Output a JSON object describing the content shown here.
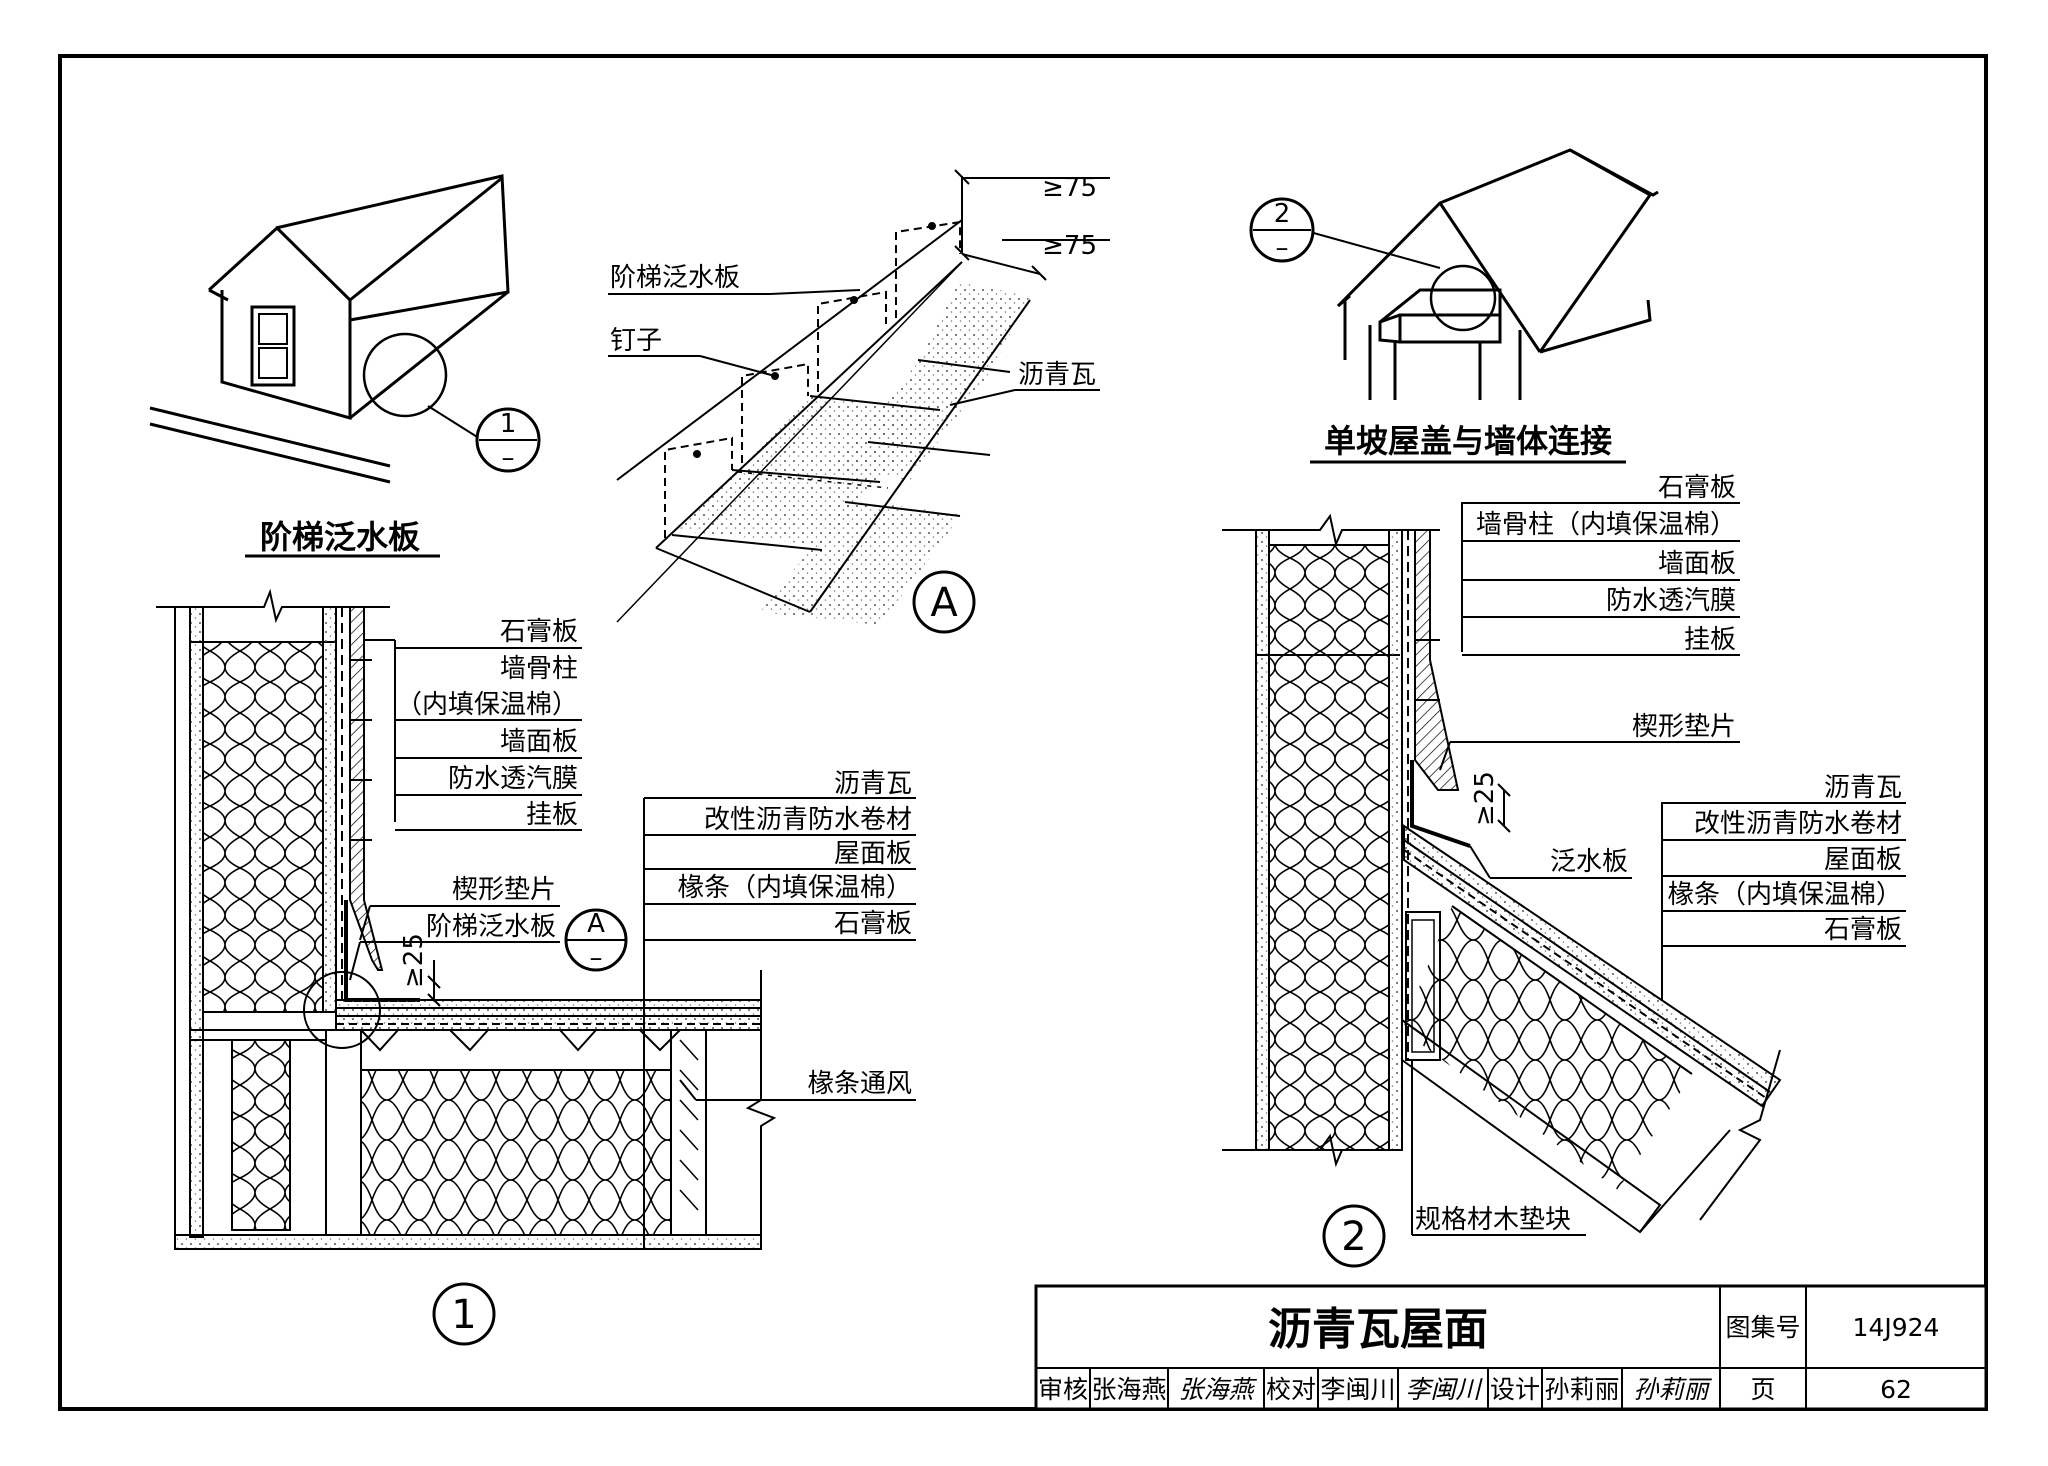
{
  "sheet": {
    "title": "沥青瓦屋面",
    "atlas_label": "图集号",
    "atlas_no": "14J924",
    "page_label": "页",
    "page_no": "62",
    "review_label": "审核",
    "reviewer": "张海燕",
    "reviewer_sig": "张海燕",
    "check_label": "校对",
    "checker": "李闽川",
    "checker_sig": "李闽川",
    "design_label": "设计",
    "designer": "孙莉丽",
    "designer_sig": "孙莉丽"
  },
  "sketch1": {
    "title": "阶梯泛水板",
    "callout_num": "1",
    "callout_den": "–"
  },
  "sketch2": {
    "title": "单坡屋盖与墙体连接",
    "callout_num": "2",
    "callout_den": "–"
  },
  "detailA": {
    "marker": "A",
    "dim_top": "≥75",
    "dim_bottom": "≥75",
    "labels": [
      "阶梯泛水板",
      "钉子",
      "沥青瓦"
    ]
  },
  "detail1": {
    "marker": "1",
    "wall_labels": [
      "石膏板",
      "墙骨柱",
      "（内填保温棉）",
      "墙面板",
      "防水透汽膜",
      "挂板"
    ],
    "wedge": "楔形垫片",
    "flashing": "阶梯泛水板",
    "ref_num": "A",
    "ref_den": "–",
    "dim": "≥25",
    "roof_labels": [
      "沥青瓦",
      "改性沥青防水卷材",
      "屋面板",
      "椽条（内填保温棉）",
      "石膏板"
    ],
    "vent": "椽条通风"
  },
  "detail2": {
    "marker": "2",
    "wall_labels": [
      "石膏板",
      "墙骨柱（内填保温棉）",
      "墙面板",
      "防水透汽膜",
      "挂板"
    ],
    "wedge": "楔形垫片",
    "dim": "≥25",
    "flashing": "泛水板",
    "roof_labels": [
      "沥青瓦",
      "改性沥青防水卷材",
      "屋面板",
      "椽条（内填保温棉）",
      "石膏板"
    ],
    "block": "规格材木垫块"
  }
}
